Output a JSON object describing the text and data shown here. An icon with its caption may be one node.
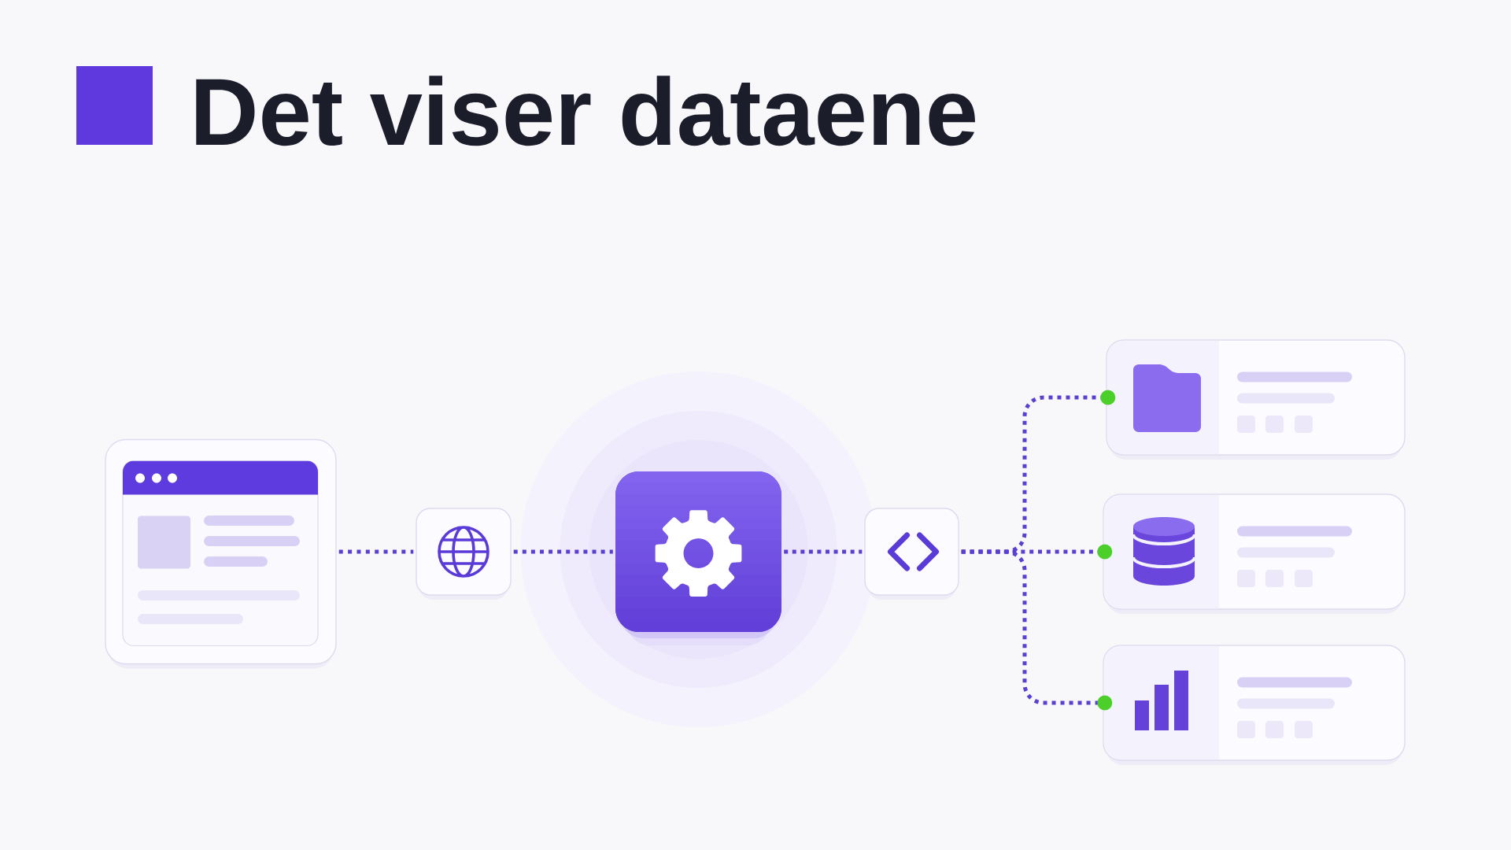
{
  "diagram": {
    "title": "Det viser dataene",
    "nodes": [
      {
        "text": [],
        "shape": "picture"
      },
      {
        "text": [],
        "shape": "box"
      },
      {
        "text": [],
        "shape": "box"
      },
      {
        "text": [],
        "shape": "box"
      },
      {
        "text": [],
        "shape": "box"
      },
      {
        "text": [],
        "shape": "box"
      },
      {
        "text": [],
        "shape": "box"
      }
    ],
    "edges": [
      {
        "from": 0,
        "to": 1,
        "arrow": "none"
      },
      {
        "from": 1,
        "to": 2,
        "arrow": "none"
      },
      {
        "from": 2,
        "to": 3,
        "arrow": "none"
      },
      {
        "from": 3,
        "to": 4,
        "arrow": "other"
      },
      {
        "from": 3,
        "to": 5,
        "arrow": "other"
      },
      {
        "from": 3,
        "to": 6,
        "arrow": "other"
      }
    ]
  }
}
